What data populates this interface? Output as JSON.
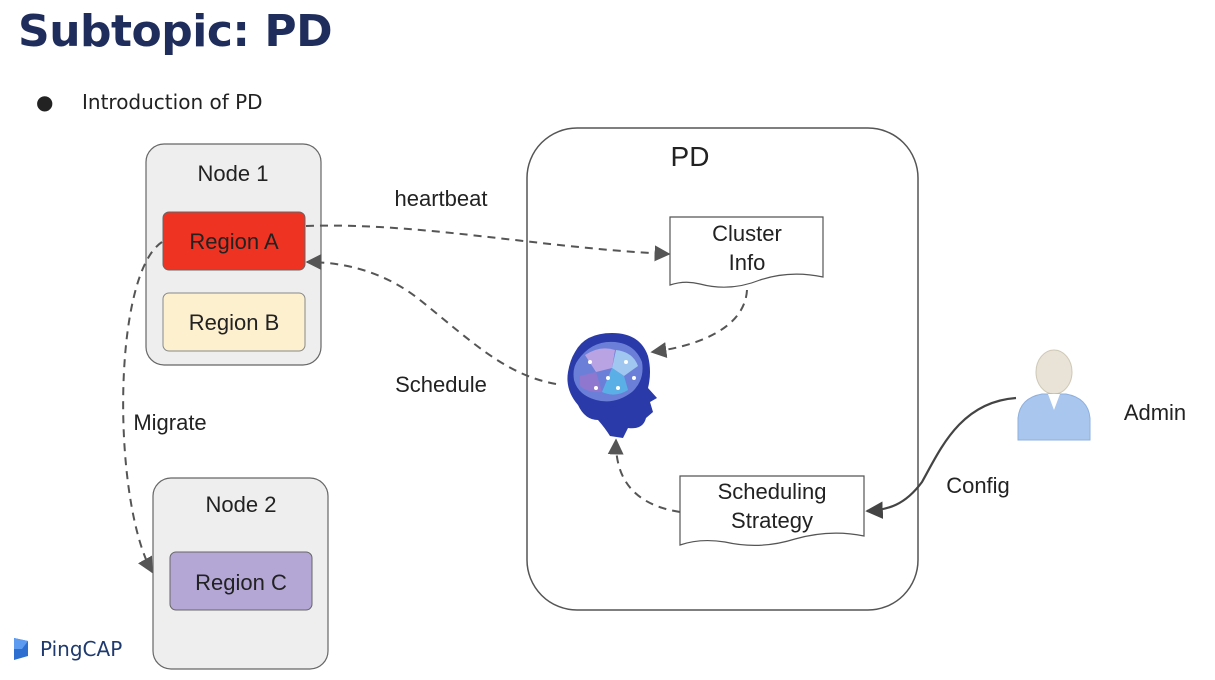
{
  "slide": {
    "title": "Subtopic: PD",
    "bullet": "Introduction of PD"
  },
  "diagram": {
    "pd_box": {
      "label": "PD"
    },
    "node1": {
      "label": "Node 1",
      "regions": [
        "Region A",
        "Region B"
      ]
    },
    "node2": {
      "label": "Node 2",
      "regions": [
        "Region C"
      ]
    },
    "cluster_info": {
      "line1": "Cluster",
      "line2": "Info"
    },
    "scheduling_strategy": {
      "line1": "Scheduling",
      "line2": "Strategy"
    },
    "edges": {
      "heartbeat": "heartbeat",
      "schedule": "Schedule",
      "migrate": "Migrate",
      "config": "Config"
    },
    "admin": {
      "label": "Admin"
    },
    "colors": {
      "region_a": "#ee3322",
      "region_b": "#fdf0cf",
      "region_c": "#b4a7d6",
      "node_bg": "#eeeeee",
      "title": "#1f2d5c"
    }
  },
  "footer": {
    "logo_text": "PingCAP"
  }
}
